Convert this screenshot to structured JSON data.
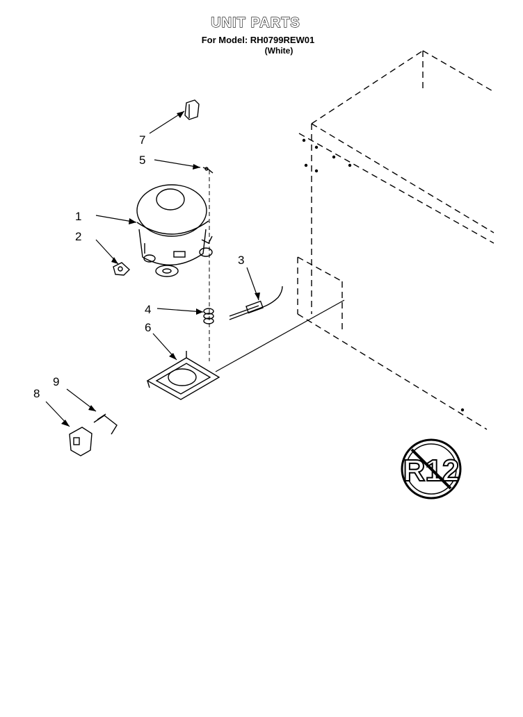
{
  "header": {
    "title": "UNIT PARTS",
    "model_line": "For Model: RH0799REW01",
    "color_line": "(White)"
  },
  "callouts": [
    "1",
    "2",
    "3",
    "4",
    "5",
    "6",
    "7",
    "8",
    "9"
  ],
  "logo": {
    "text": "R12"
  }
}
